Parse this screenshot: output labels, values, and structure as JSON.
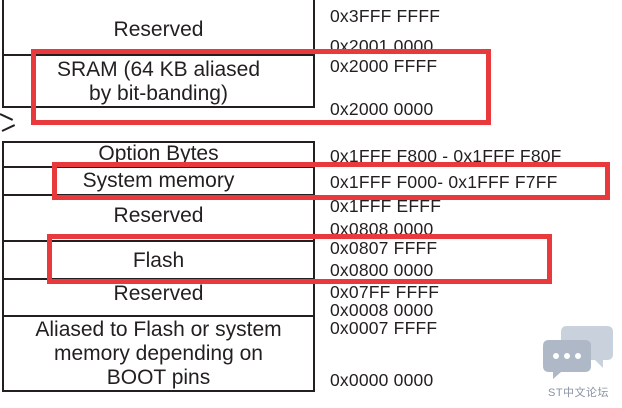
{
  "upper_block": {
    "reserved_label": "Reserved",
    "sram_label": "SRAM (64 KB aliased\nby bit-banding)"
  },
  "lower_block": {
    "option_bytes_label": "Option Bytes",
    "system_memory_label": "System memory",
    "reserved_label_1": "Reserved",
    "flash_label": "Flash",
    "reserved_label_2": "Reserved",
    "aliased_label": "Aliased to Flash or system\nmemory depending on\nBOOT pins"
  },
  "addresses": {
    "a_3fff_ffff": "0x3FFF FFFF",
    "a_2001_0000": "0x2001 0000",
    "a_2000_ffff": "0x2000 FFFF",
    "a_2000_0000": "0x2000 0000",
    "a_option_range": "0x1FFF F800 - 0x1FFF F80F",
    "a_system_range": "0x1FFF F000- 0x1FFF F7FF",
    "a_1fff_efff": "0x1FFF EFFF",
    "a_0808_0000": "0x0808 0000",
    "a_0807_ffff": "0x0807 FFFF",
    "a_0800_0000": "0x0800 0000",
    "a_07ff_ffff": "0x07FF FFFF",
    "a_0008_0000": "0x0008 0000",
    "a_0007_ffff": "0x0007 FFFF",
    "a_0000_0000": "0x0000 0000"
  },
  "watermark": {
    "label": "ST中文论坛",
    "icon": "chat-bubbles-icon"
  },
  "colors": {
    "highlight": "#e8393d",
    "line": "#231f20"
  }
}
